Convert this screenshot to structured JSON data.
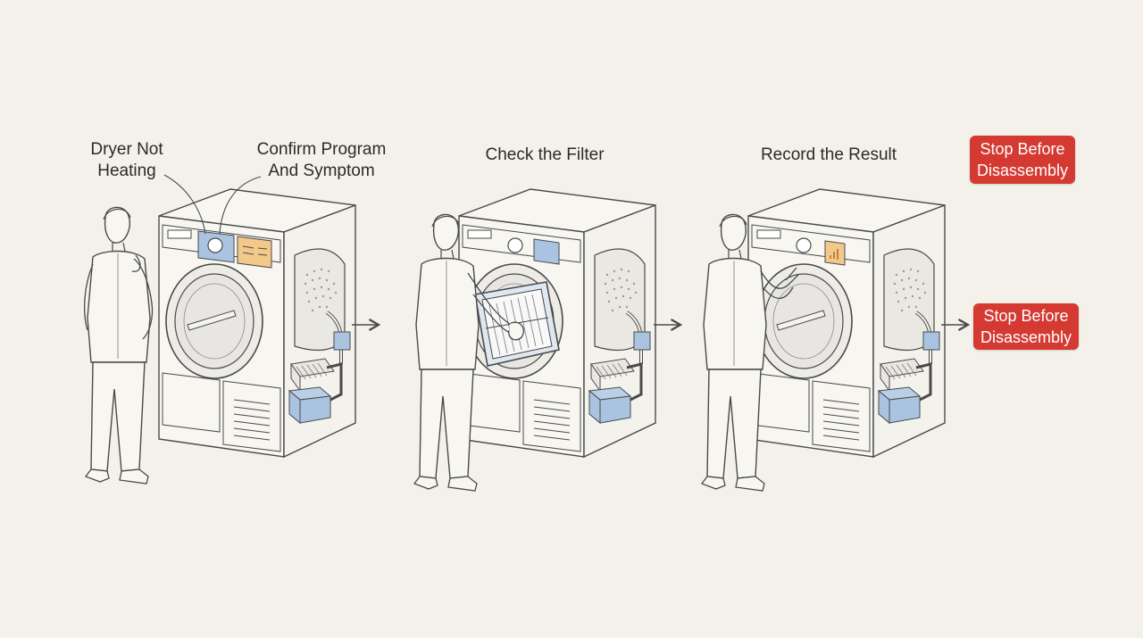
{
  "colors": {
    "background": "#f3f1ea",
    "line": "#4a4a4a",
    "panel_blue": "#a9c3e0",
    "panel_orange": "#f2c98a",
    "tank_blue": "#a9c3e0",
    "stop_red": "#d43a32"
  },
  "steps": [
    {
      "label_a": "Dryer Not",
      "label_b": "Heating",
      "label2_a": "Confirm Program",
      "label2_b": "And Symptom"
    },
    {
      "label": "Check the Filter"
    },
    {
      "label": "Record the Result"
    }
  ],
  "stop_badges": [
    {
      "line1": "Stop Before",
      "line2": "Disassembly"
    },
    {
      "line1": "Stop Before",
      "line2": "Disassembly"
    }
  ],
  "icons": [
    "person-icon",
    "dryer-icon",
    "filter-icon",
    "arrow-right-icon"
  ]
}
